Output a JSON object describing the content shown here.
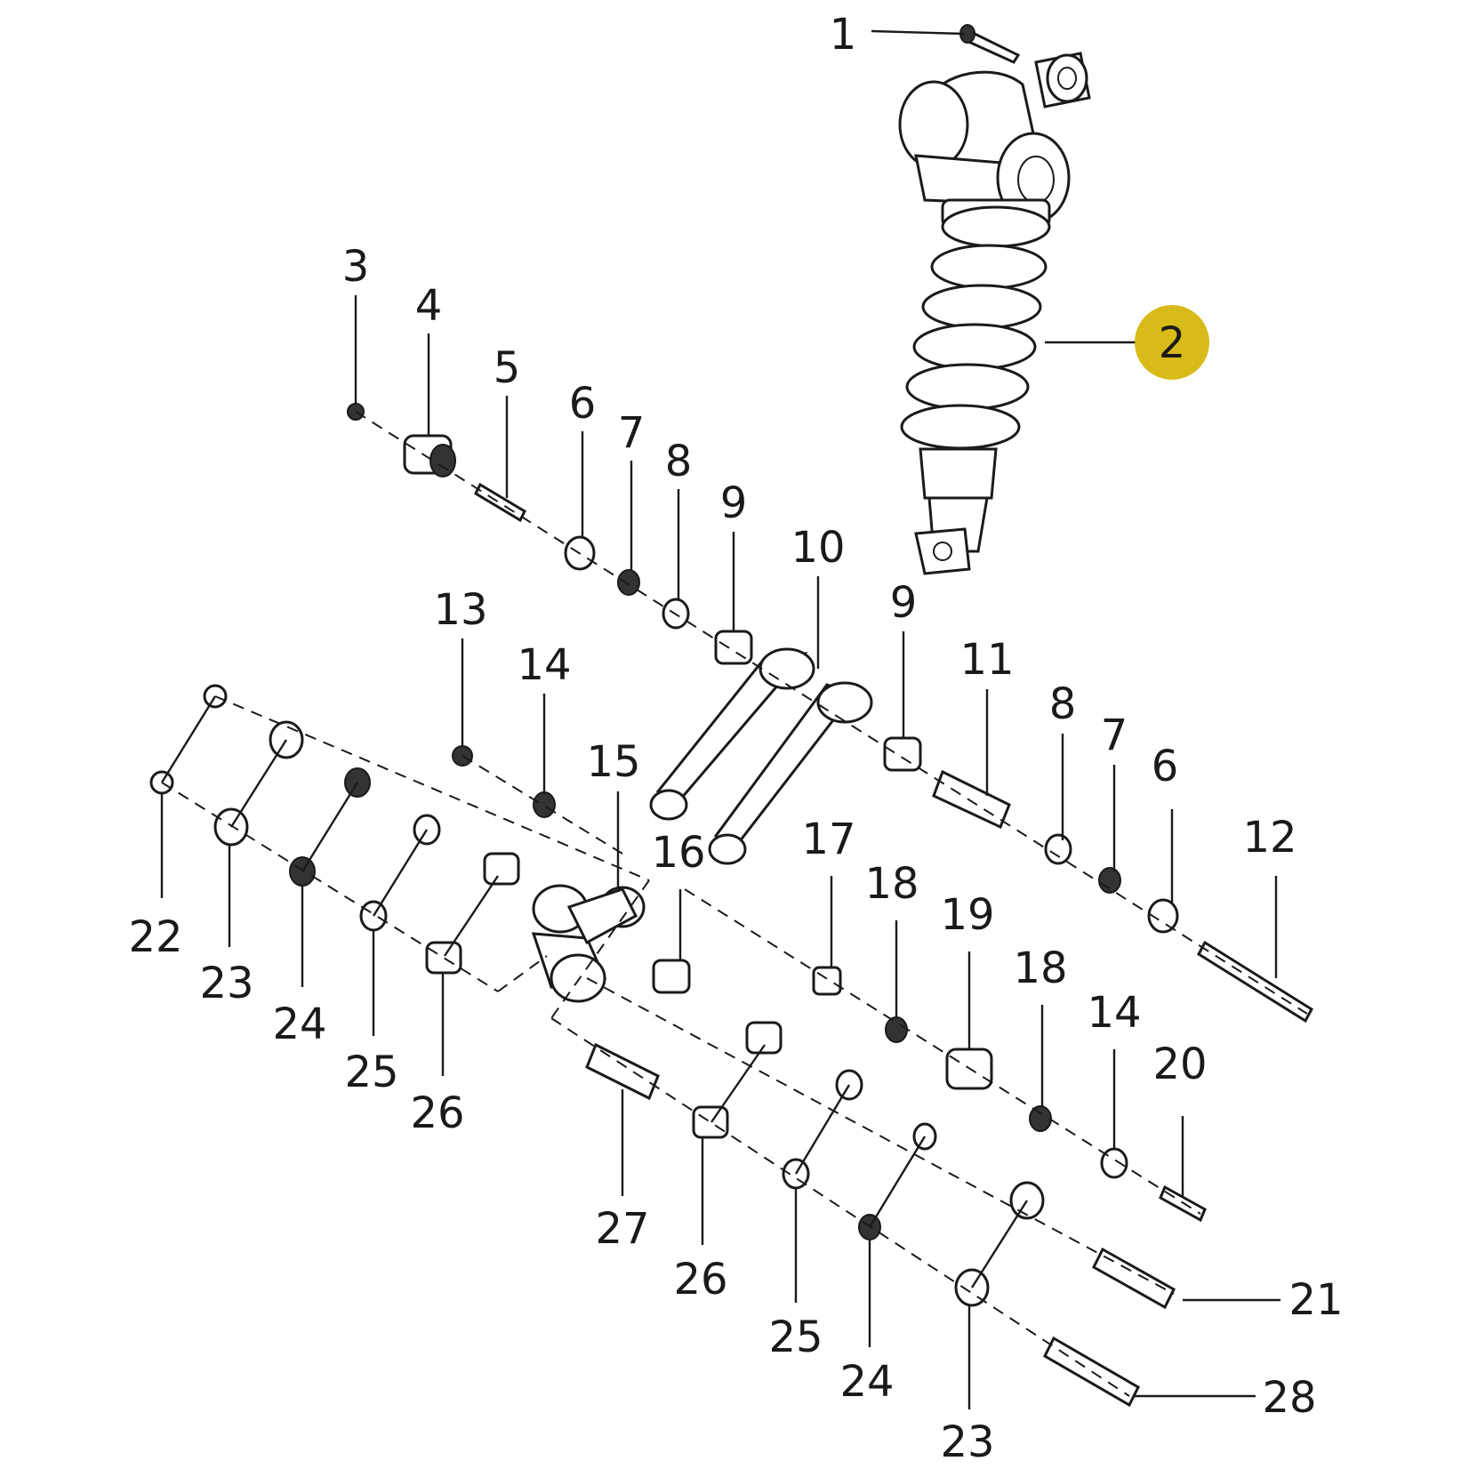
{
  "highlight_color": "#d4b400",
  "highlighted_callout": "2",
  "callouts": [
    "1",
    "2",
    "3",
    "4",
    "5",
    "6",
    "7",
    "8",
    "9",
    "10",
    "9",
    "11",
    "8",
    "7",
    "6",
    "12",
    "13",
    "14",
    "15",
    "16",
    "17",
    "18",
    "19",
    "18",
    "14",
    "20",
    "21",
    "22",
    "23",
    "24",
    "25",
    "26",
    "27",
    "26",
    "25",
    "24",
    "23",
    "28"
  ]
}
